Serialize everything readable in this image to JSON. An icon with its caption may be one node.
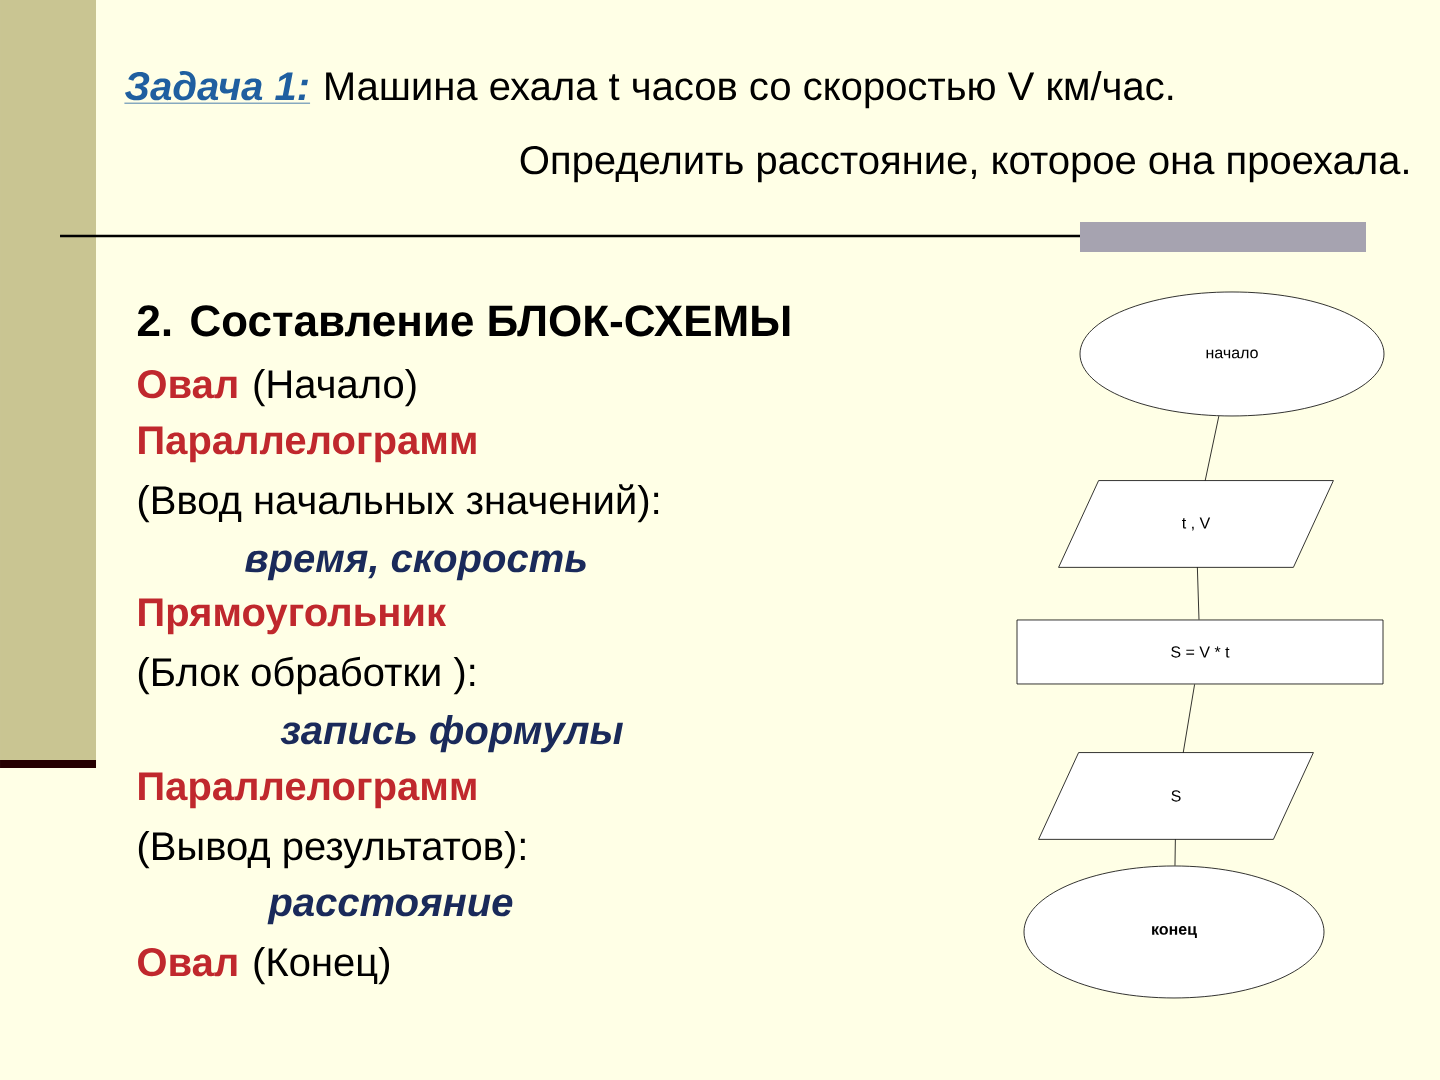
{
  "diagram": {
    "nodes": [
      {
        "text": [
          "начало"
        ]
      },
      {
        "text": [
          "t , V"
        ]
      },
      {
        "text": [
          "S = V * t"
        ]
      },
      {
        "text": [
          "S"
        ]
      },
      {
        "text": [
          "конец"
        ]
      }
    ],
    "edges": [
      {
        "from": 0,
        "to": 1,
        "arrow": "none"
      },
      {
        "from": 1,
        "to": 2,
        "arrow": "none"
      },
      {
        "from": 2,
        "to": 3,
        "arrow": "none"
      },
      {
        "from": 3,
        "to": 4,
        "arrow": "none"
      }
    ],
    "labels": [
      "Задача 1:",
      "Машина ехала t часов со скоростью V км/час.",
      "Определить расстояние, которое она проехала.",
      "2. Составление БЛОК-СХЕМЫ",
      "Овал",
      "(Начало)",
      "Параллелограмм",
      "(Ввод начальных значений):",
      "время, скорость",
      "Прямоугольник",
      "(Блок обработки ):",
      "запись формулы",
      "Параллелограмм",
      "(Вывод результатов):",
      "расстояние",
      "Овал",
      "(Конец)"
    ]
  }
}
